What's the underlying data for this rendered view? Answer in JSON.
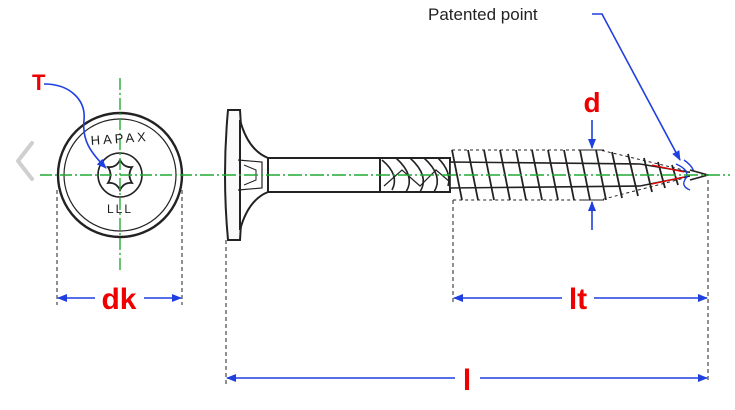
{
  "labels": {
    "patented_point": "Patented point",
    "torx_label": "T",
    "d": "d",
    "dk": "dk",
    "lt": "lt",
    "l": "l"
  },
  "head_marking": {
    "top": "HAPAX",
    "bottom": "LLL"
  },
  "navigation": {
    "prev_icon": "chevron-left-icon"
  },
  "colors": {
    "label_red": "#ee0000",
    "dimension_blue": "#1f3fe0",
    "centerline_green": "#22aa33",
    "outline": "#222222"
  }
}
